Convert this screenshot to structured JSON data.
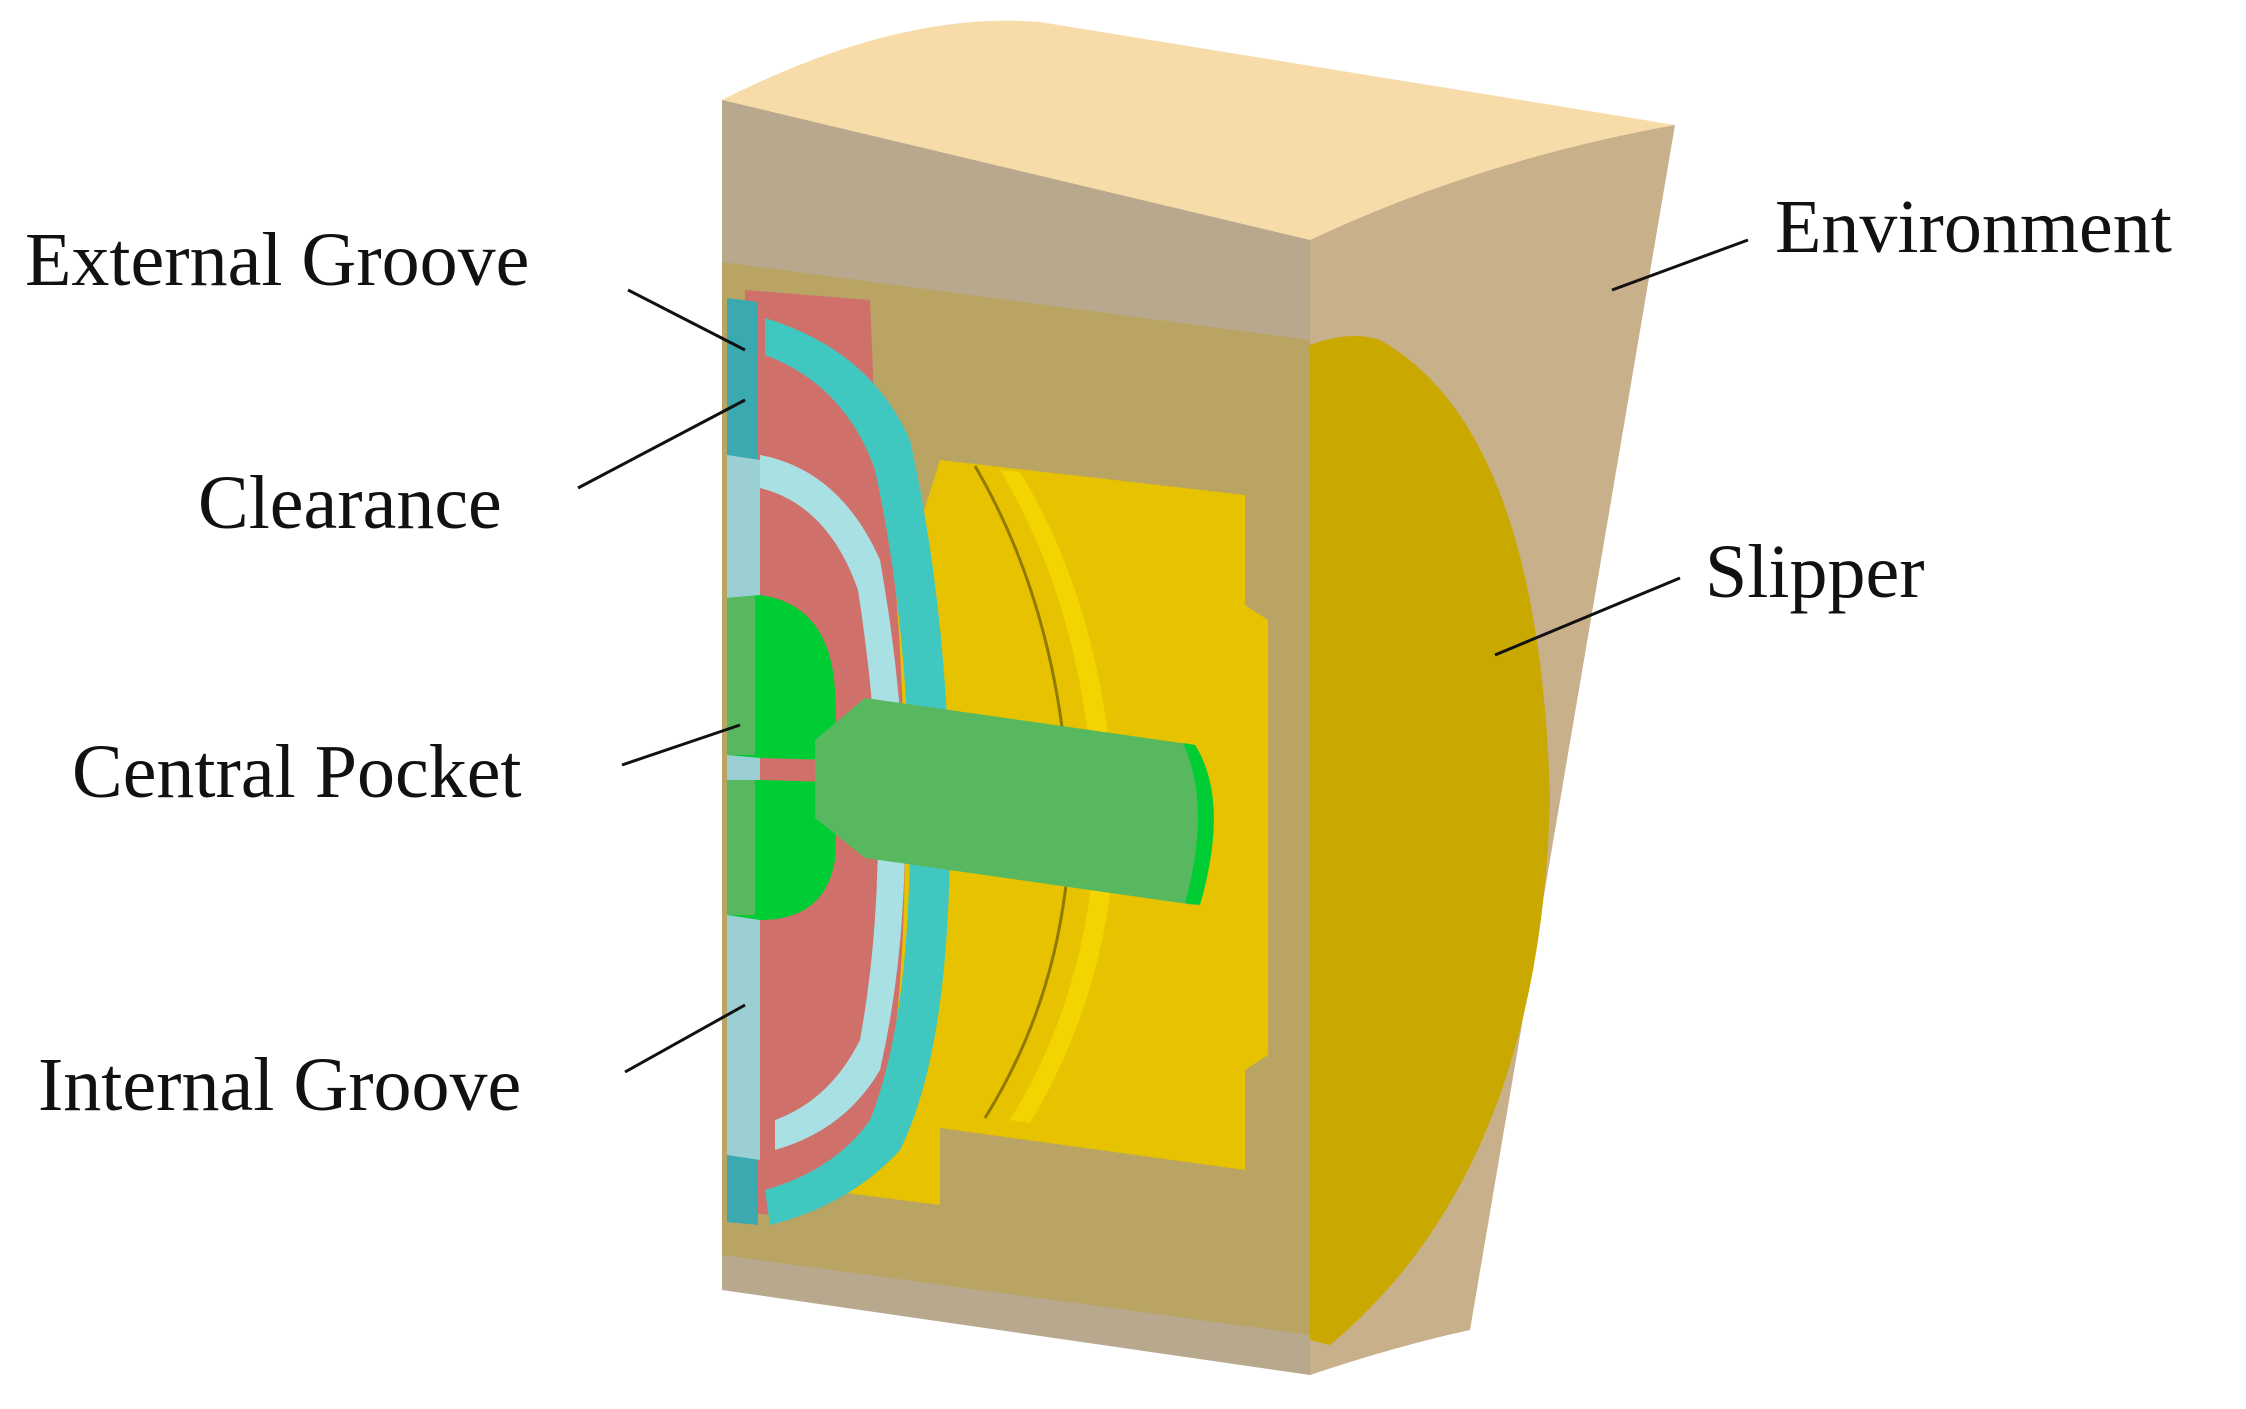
{
  "labels": {
    "external_groove": "External Groove",
    "clearance": "Clearance",
    "central_pocket": "Central Pocket",
    "internal_groove": "Internal Groove",
    "environment": "Environment",
    "slipper": "Slipper"
  },
  "colors": {
    "environment_top": "#f7dcaa",
    "environment_front": "#b8a88e",
    "environment_side": "#c8b08a",
    "environment_cut": "#b9a464",
    "slipper": "#c9a900",
    "slipper_bore": "#e6c200",
    "slipper_bore_light": "#f2d400",
    "clearance": "#d0706a",
    "groove": "#40c8c0",
    "groove_light": "#a8e0e4",
    "pocket_bright": "#00cc33",
    "pocket": "#58b860"
  }
}
